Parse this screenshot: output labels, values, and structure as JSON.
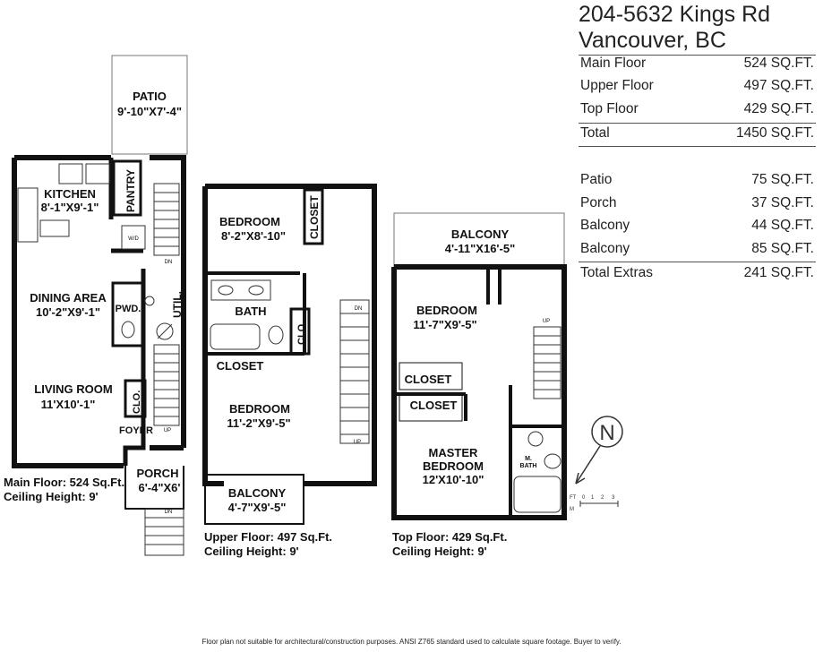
{
  "address": {
    "line1": "204-5632 Kings Rd",
    "line2": "Vancouver, BC"
  },
  "areas": [
    {
      "label": "Main Floor",
      "value": "524 SQ.FT."
    },
    {
      "label": "Upper Floor",
      "value": "497 SQ.FT."
    },
    {
      "label": "Top Floor",
      "value": "429 SQ.FT."
    }
  ],
  "total": {
    "label": "Total",
    "value": "1450 SQ.FT."
  },
  "extras": [
    {
      "label": "Patio",
      "value": "75 SQ.FT."
    },
    {
      "label": "Porch",
      "value": "37 SQ.FT."
    },
    {
      "label": "Balcony",
      "value": "44 SQ.FT."
    },
    {
      "label": "Balcony",
      "value": "85 SQ.FT."
    }
  ],
  "total_extras": {
    "label": "Total Extras",
    "value": "241 SQ.FT."
  },
  "rooms": {
    "patio": "PATIO",
    "patio_dim": "9'-10\"X7'-4\"",
    "kitchen": "KITCHEN",
    "kitchen_dim": "8'-1\"X9'-1\"",
    "pantry": "PANTRY",
    "wd": "W/D",
    "dining": "DINING AREA",
    "dining_dim": "10'-2\"X9'-1\"",
    "pwd": "PWD.",
    "util": "UTIL.",
    "living": "LIVING ROOM",
    "living_dim": "11'X10'-1\"",
    "clo": "CLO.",
    "foyer": "FOYER",
    "porch": "PORCH",
    "porch_dim": "6'-4\"X6'",
    "bedroom": "BEDROOM",
    "bedroom1_dim": "8'-2\"X8'-10\"",
    "closet": "CLOSET",
    "bath": "BATH",
    "bedroom2_dim": "11'-2\"X9'-5\"",
    "balcony": "BALCONY",
    "balcony1_dim": "4'-7\"X9'-5\"",
    "balcony2_dim": "4'-11\"X16'-5\"",
    "bedroom3_dim": "11'-7\"X9'-5\"",
    "master": "MASTER",
    "master_bedroom": "BEDROOM",
    "master_dim": "12'X10'-10\"",
    "mbath1": "M.",
    "mbath2": "BATH",
    "dn": "DN",
    "up": "UP"
  },
  "floors": {
    "main": {
      "name": "Main Floor: 524 Sq.Ft.",
      "ceiling": "Ceiling Height: 9'"
    },
    "upper": {
      "name": "Upper Floor: 497 Sq.Ft.",
      "ceiling": "Ceiling Height: 9'"
    },
    "top": {
      "name": "Top Floor: 429 Sq.Ft.",
      "ceiling": "Ceiling Height: 9'"
    }
  },
  "compass": {
    "label": "N"
  },
  "scale": {
    "ft": "FT",
    "m": "M",
    "ticks": [
      "0",
      "1",
      "2",
      "3"
    ]
  },
  "disclaimer": "Floor plan not suitable for architectural/construction purposes. ANSI Z765 standard used to calculate square footage. Buyer to verify."
}
